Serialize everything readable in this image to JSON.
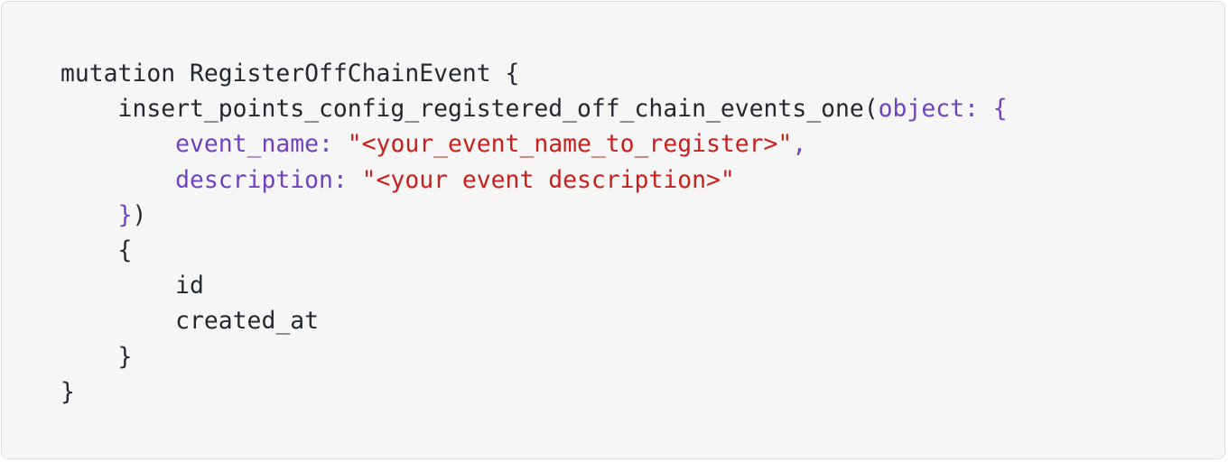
{
  "code": {
    "language": "graphql",
    "colors": {
      "text": "#24292f",
      "property": "#6f42c1",
      "string": "#c8201c",
      "background": "#f6f6f7"
    },
    "lines": [
      [
        {
          "text": "mutation RegisterOffChainEvent {",
          "kind": "plain"
        }
      ],
      [
        {
          "text": "    insert_points_config_registered_off_chain_events_one",
          "kind": "plain"
        },
        {
          "text": "(",
          "kind": "plain"
        },
        {
          "text": "object: {",
          "kind": "property"
        }
      ],
      [
        {
          "text": "        ",
          "kind": "plain"
        },
        {
          "text": "event_name: ",
          "kind": "property"
        },
        {
          "text": "\"<your_event_name_to_register>\"",
          "kind": "string"
        },
        {
          "text": ",",
          "kind": "property"
        }
      ],
      [
        {
          "text": "        ",
          "kind": "plain"
        },
        {
          "text": "description: ",
          "kind": "property"
        },
        {
          "text": "\"<your event description>\"",
          "kind": "string"
        }
      ],
      [
        {
          "text": "    ",
          "kind": "plain"
        },
        {
          "text": "}",
          "kind": "property"
        },
        {
          "text": ")",
          "kind": "plain"
        }
      ],
      [
        {
          "text": "    {",
          "kind": "plain"
        }
      ],
      [
        {
          "text": "        id",
          "kind": "plain"
        }
      ],
      [
        {
          "text": "        created_at",
          "kind": "plain"
        }
      ],
      [
        {
          "text": "    }",
          "kind": "plain"
        }
      ],
      [
        {
          "text": "}",
          "kind": "plain"
        }
      ]
    ]
  }
}
